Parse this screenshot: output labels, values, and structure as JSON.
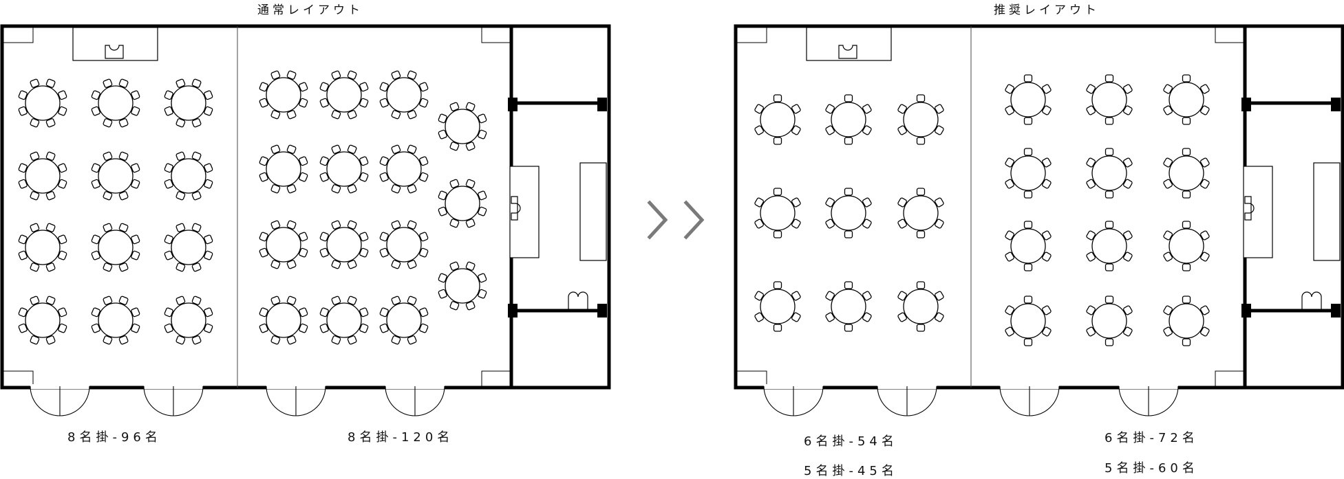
{
  "layouts": [
    {
      "title": "通常レイアウト",
      "captions": [
        "8名掛-96名",
        "8名掛-120名"
      ]
    },
    {
      "title": "推奨レイアウト",
      "captions": [
        "6名掛-54名",
        "5名掛-45名",
        "6名掛-72名",
        "5名掛-60名"
      ]
    }
  ],
  "arrow_icon": "double-chevron-right-icon",
  "seat_counts": {
    "normal": 8,
    "recommended": 6
  }
}
